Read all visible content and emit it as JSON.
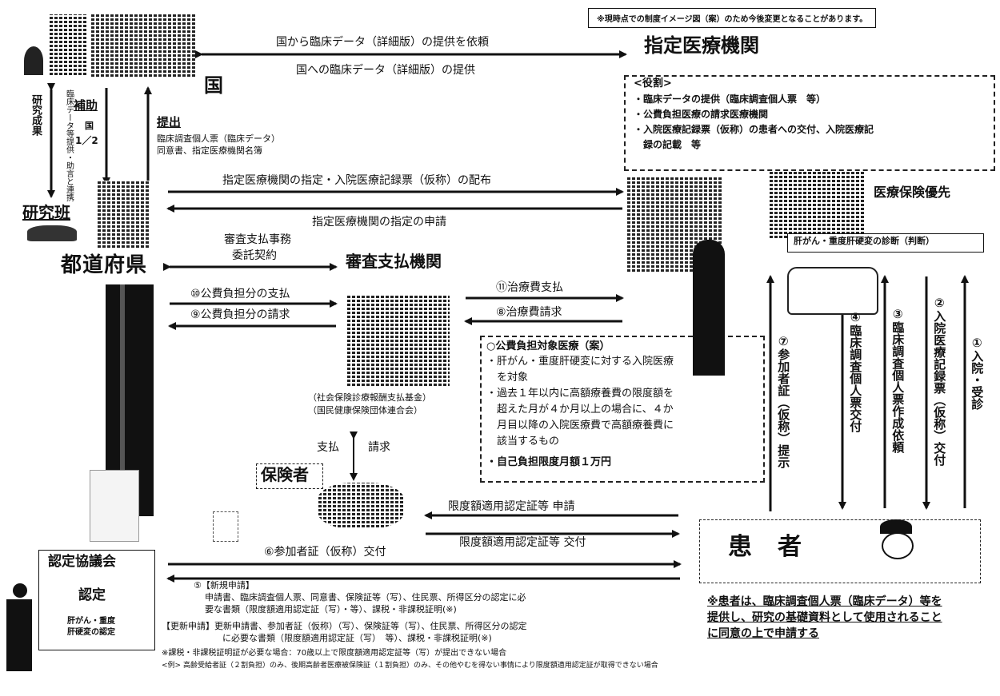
{
  "notice": "※現時点での制度イメージ図（案）のため今後変更となることがあります。",
  "nodes": {
    "country": "国",
    "research": "研究班",
    "prefecture": "都道府県",
    "designated": "指定医療機関",
    "review": "審査支払機関",
    "insurer": "保険者",
    "patient": "患　者",
    "council": "認定協議会",
    "approval": "認定",
    "council_note1": "肝がん・重度",
    "council_note2": "肝硬変の認定",
    "insurance_priority": "医療保険優先",
    "diagnosis": "肝がん・重度肝硬変の診断（判断）"
  },
  "flows": {
    "request_data": "国から臨床データ（詳細版）の提供を依頼",
    "provide_data": "国への臨床データ（詳細版）の提供",
    "designation_distribute": "指定医療機関の指定・入院医療記録票（仮称）の配布",
    "designation_apply": "指定医療機関の指定の申請",
    "review_contract1": "審査支払事務",
    "review_contract2": "委託契約",
    "pay_public": "⑩公費負担分の支払",
    "claim_public": "⑨公費負担分の請求",
    "pay_treatment": "⑪治療費支払",
    "claim_treatment": "⑧治療費請求",
    "org1": "（社会保険診療報酬支払基金）",
    "org2": "（国民健康保険団体連合会）",
    "payment": "支払",
    "claim": "請求",
    "limit_apply": "限度額適用認定証等 申請",
    "limit_issue": "限度額適用認定証等 交付",
    "participant_issue": "⑥参加者証（仮称）交付",
    "research_result": "研究成果",
    "data_support": "臨床データ等提供・助言と連携",
    "subsidy": "補助",
    "subsidy_ratio_a": "国",
    "subsidy_ratio_b": "1／2",
    "submit": "提出",
    "submit_detail1": "臨床調査個人票（臨床データ）",
    "submit_detail2": "同意書、指定医療機関名簿",
    "v7": "⑦参加者証（仮称）提示",
    "v4": "④臨床調査個人票交付",
    "v3": "③臨床調査個人票作成依頼",
    "v2": "②入院医療記録票（仮称）交付",
    "v1": "①入院・受診"
  },
  "role_box": {
    "title": "<役割>",
    "items": [
      "・臨床データの提供（臨床調査個人票　等）",
      "・公費負担医療の請求医療機関",
      "・入院医療記録票（仮称）の患者への交付、入院医療記",
      "　録の記載　等"
    ]
  },
  "target_box": {
    "title": "○公費負担対象医療（案）",
    "lines": [
      "・肝がん・重度肝硬変に対する入院医療",
      "　を対象",
      "・過去１年以内に高額療養費の限度額を",
      "　超えた月が４か月以上の場合に、４か",
      "　月目以降の入院医療費で高額療養費に",
      "　該当するもの",
      "・自己負担限度月額１万円"
    ]
  },
  "applications": {
    "new_label": "⑤【新規申請】",
    "new_line1": "申請書、臨床調査個人票、同意書、保険証等（写）、住民票、所得区分の認定に必",
    "new_line2": "要な書類（限度額適用認定証（写）・等）、課税・非課税証明(※)",
    "renew_line1": "【更新申請】更新申請書、参加者証（仮称）（写）、保険証等（写）、住民票、所得区分の認定",
    "renew_line2": "に必要な書類（限度額適用認定証（写）　等）、課税・非課税証明(※)",
    "note1": "※課税・非課税証明証が必要な場合：70歳以上で限度額適用認定証等（写）が提出できない場合",
    "note2": "<例> 高齢受給者証（２割負担）のみ、後期高齢者医療被保険証（１割負担）のみ、その他やむを得ない事情により限度額適用認定証が取得できない場合"
  },
  "patient_note": [
    "※患者は、臨床調査個人票（臨床データ）等を",
    "提供し、研究の基礎資料として使用されること",
    "に同意の上で申請する"
  ]
}
